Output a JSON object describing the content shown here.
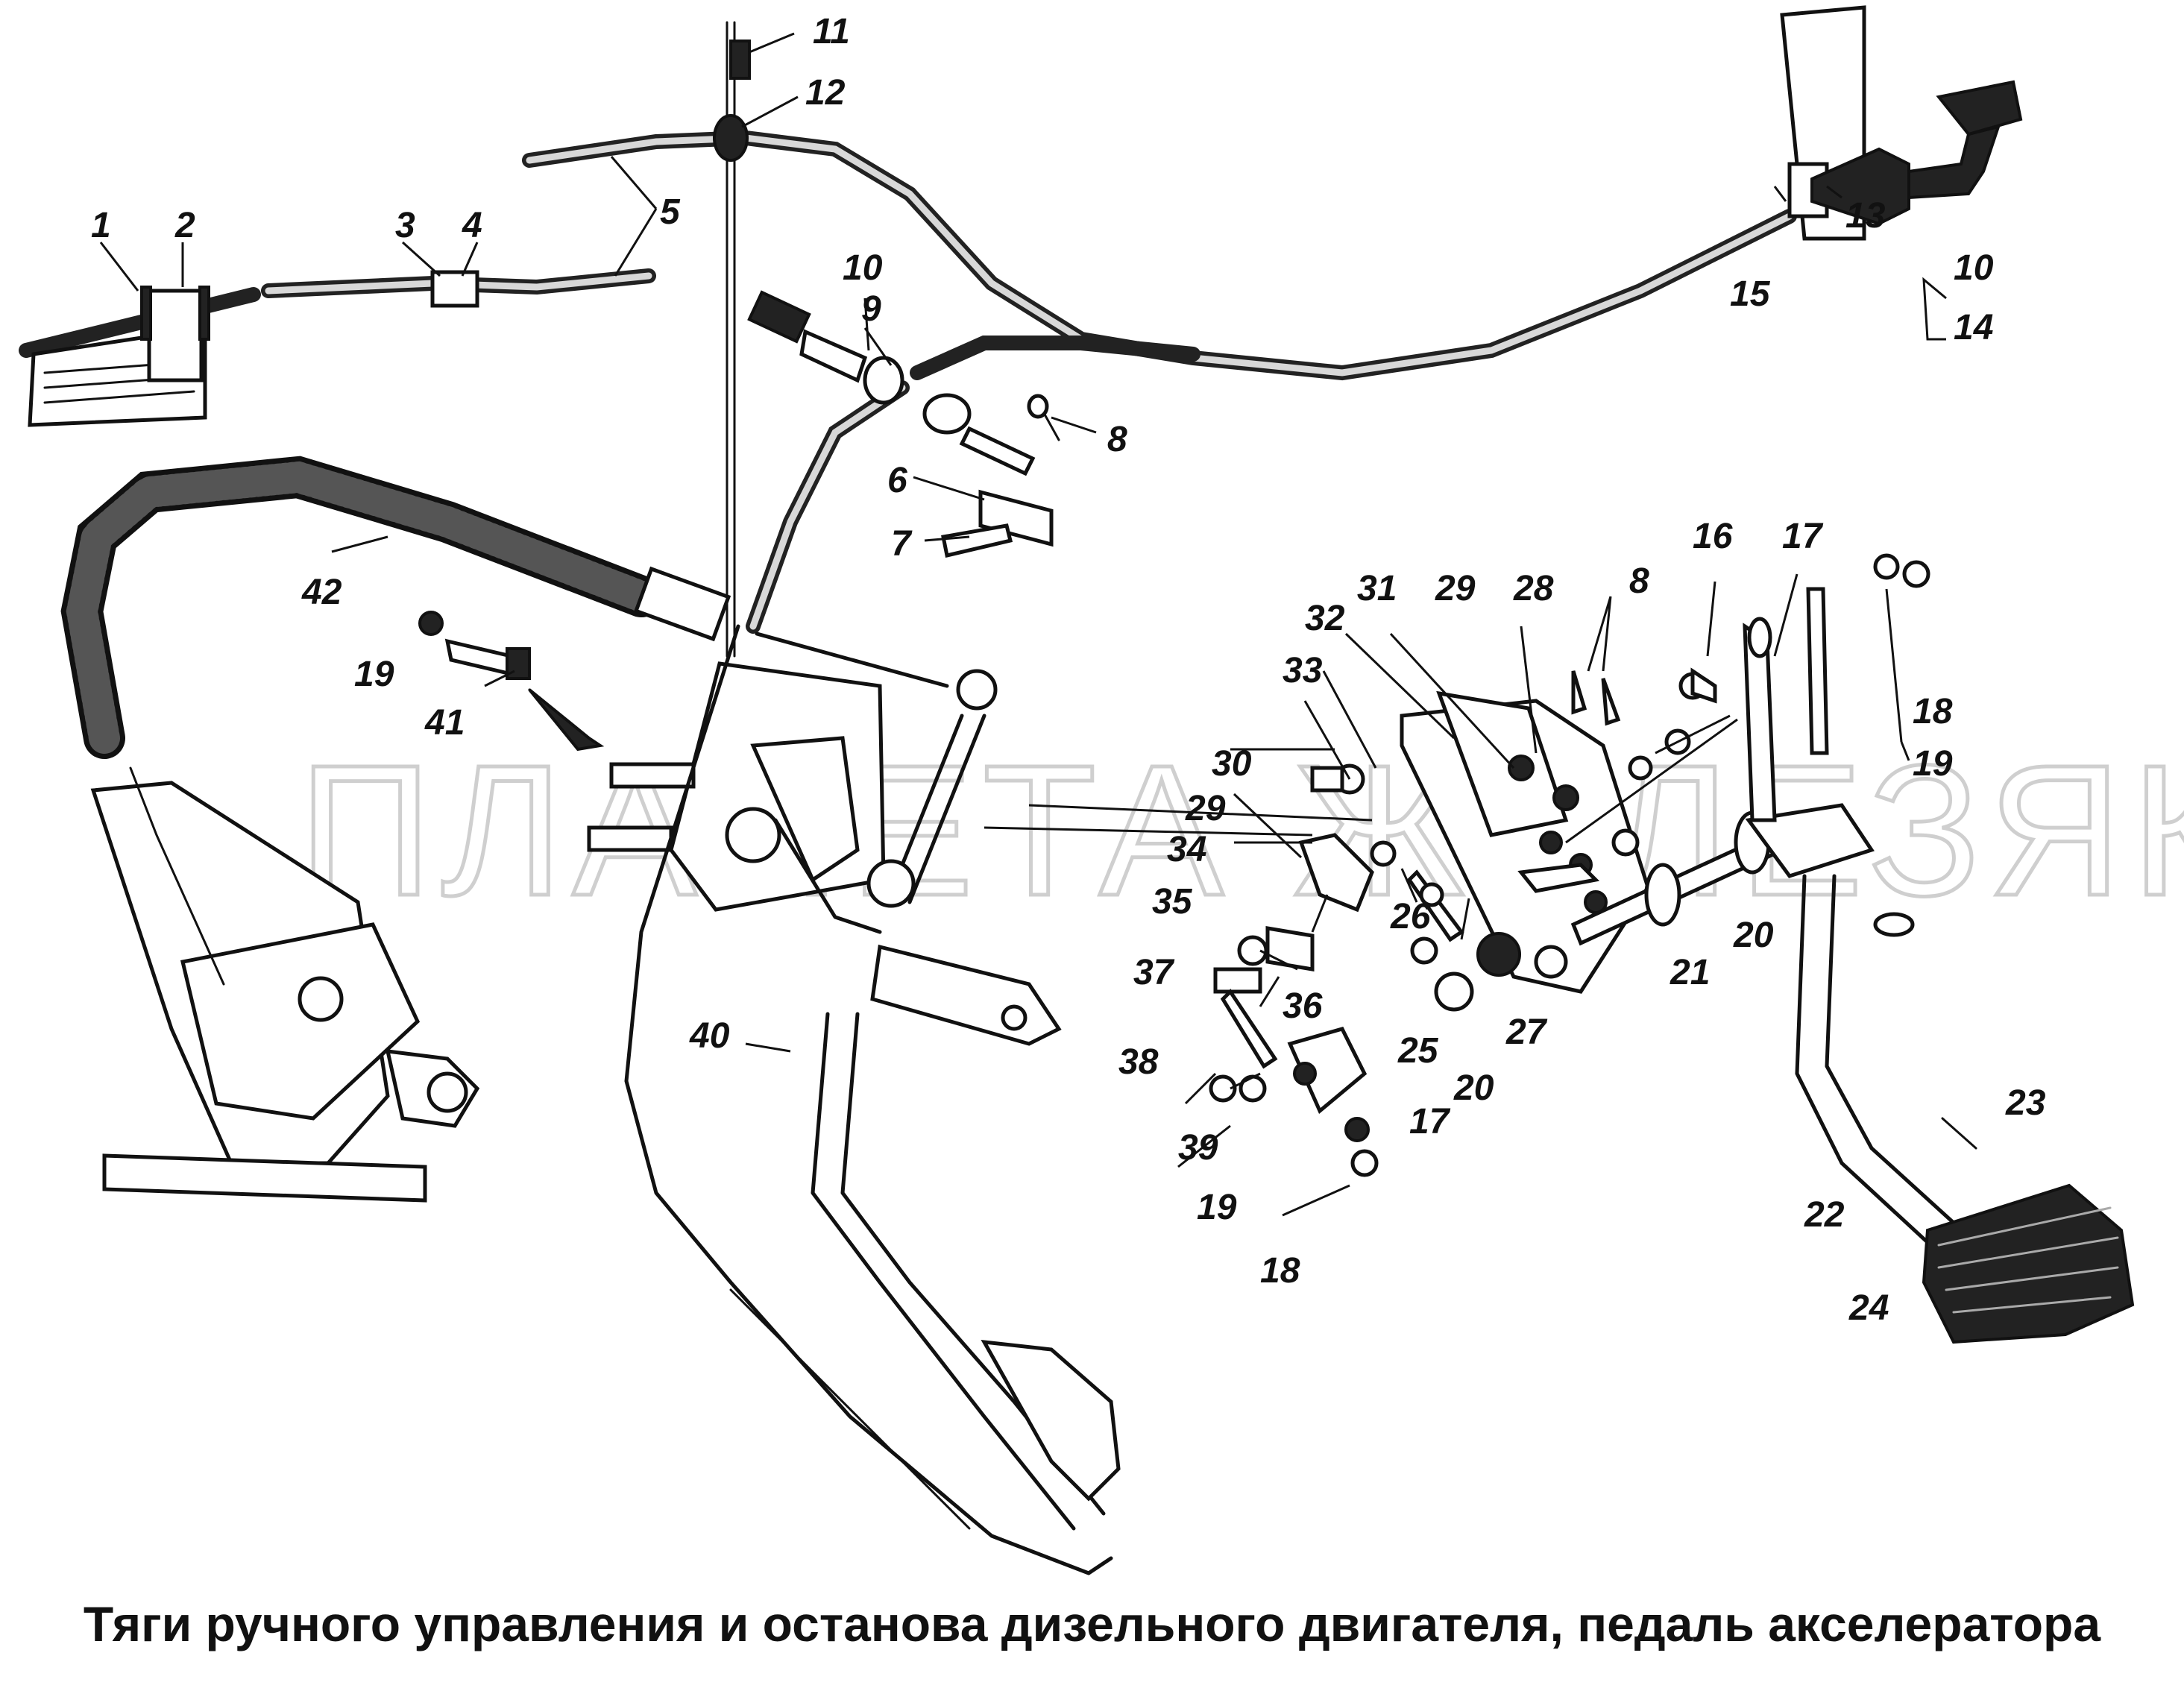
{
  "caption": "Тяги ручного управления и останова дизельного двигателя, педаль акселератора",
  "watermark": "ПЛАНЕТА ЖЕЛЕЗЯКА",
  "callouts": [
    {
      "id": "c1",
      "label": "1"
    },
    {
      "id": "c2",
      "label": "2"
    },
    {
      "id": "c3",
      "label": "3"
    },
    {
      "id": "c4",
      "label": "4"
    },
    {
      "id": "c5",
      "label": "5"
    },
    {
      "id": "c6",
      "label": "6"
    },
    {
      "id": "c7",
      "label": "7"
    },
    {
      "id": "c8a",
      "label": "8"
    },
    {
      "id": "c8b",
      "label": "8"
    },
    {
      "id": "c9",
      "label": "9"
    },
    {
      "id": "c10a",
      "label": "10"
    },
    {
      "id": "c10b",
      "label": "10"
    },
    {
      "id": "c11",
      "label": "11"
    },
    {
      "id": "c12",
      "label": "12"
    },
    {
      "id": "c13",
      "label": "13"
    },
    {
      "id": "c14",
      "label": "14"
    },
    {
      "id": "c15",
      "label": "15"
    },
    {
      "id": "c16",
      "label": "16"
    },
    {
      "id": "c17a",
      "label": "17"
    },
    {
      "id": "c17b",
      "label": "17"
    },
    {
      "id": "c18a",
      "label": "18"
    },
    {
      "id": "c18b",
      "label": "18"
    },
    {
      "id": "c19a",
      "label": "19"
    },
    {
      "id": "c19b",
      "label": "19"
    },
    {
      "id": "c19c",
      "label": "19"
    },
    {
      "id": "c20a",
      "label": "20"
    },
    {
      "id": "c20b",
      "label": "20"
    },
    {
      "id": "c21",
      "label": "21"
    },
    {
      "id": "c22",
      "label": "22"
    },
    {
      "id": "c23",
      "label": "23"
    },
    {
      "id": "c24",
      "label": "24"
    },
    {
      "id": "c25",
      "label": "25"
    },
    {
      "id": "c26",
      "label": "26"
    },
    {
      "id": "c27",
      "label": "27"
    },
    {
      "id": "c28",
      "label": "28"
    },
    {
      "id": "c29a",
      "label": "29"
    },
    {
      "id": "c29b",
      "label": "29"
    },
    {
      "id": "c30",
      "label": "30"
    },
    {
      "id": "c31",
      "label": "31"
    },
    {
      "id": "c32",
      "label": "32"
    },
    {
      "id": "c33",
      "label": "33"
    },
    {
      "id": "c34",
      "label": "34"
    },
    {
      "id": "c35",
      "label": "35"
    },
    {
      "id": "c36",
      "label": "36"
    },
    {
      "id": "c37",
      "label": "37"
    },
    {
      "id": "c38",
      "label": "38"
    },
    {
      "id": "c39",
      "label": "39"
    },
    {
      "id": "c40",
      "label": "40"
    },
    {
      "id": "c41",
      "label": "41"
    },
    {
      "id": "c42",
      "label": "42"
    }
  ]
}
